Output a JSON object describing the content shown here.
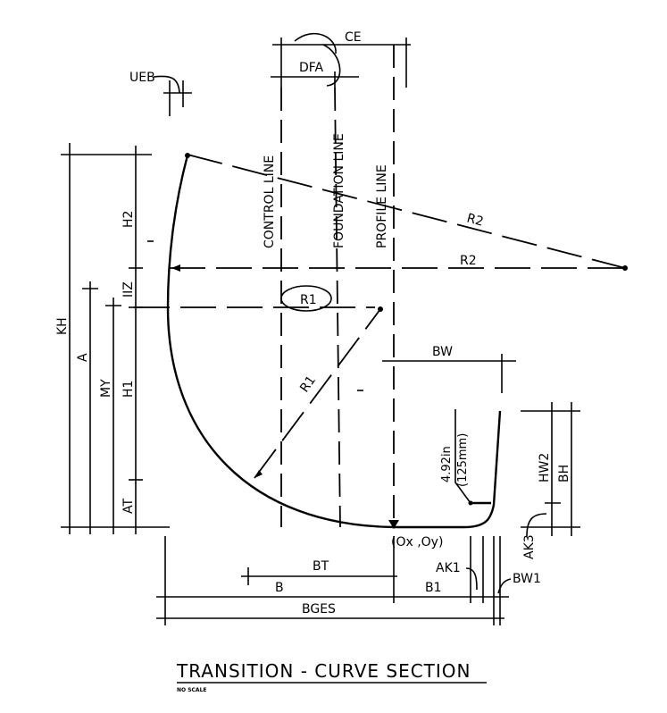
{
  "title": "TRANSITION - CURVE SECTION",
  "subtitle": "NO SCALE",
  "reference_lines": {
    "control": "CONTROL LINE",
    "foundation": "FOUNDATION LINE",
    "profile": "PROFILE LINE"
  },
  "labels": {
    "ce": "CE",
    "dfa": "DFA",
    "ueb": "UEB",
    "kh": "KH",
    "a": "A",
    "my": "MY",
    "h1": "H1",
    "at": "AT",
    "h2": "H2",
    "iiz": "IIZ",
    "r1_diag": "R1",
    "r1_circle": "R1",
    "r2_upper": "R2",
    "r2_lower": "R2",
    "bw": "BW",
    "bw1": "BW1",
    "hw2": "HW2",
    "bh": "BH",
    "ak1": "AK1",
    "ak3": "AK3",
    "bt": "BT",
    "b": "B",
    "b1": "B1",
    "bges": "BGES",
    "origin": "(Ox ,Oy)",
    "note_in": "4.92in",
    "note_mm": "(125mm)"
  }
}
